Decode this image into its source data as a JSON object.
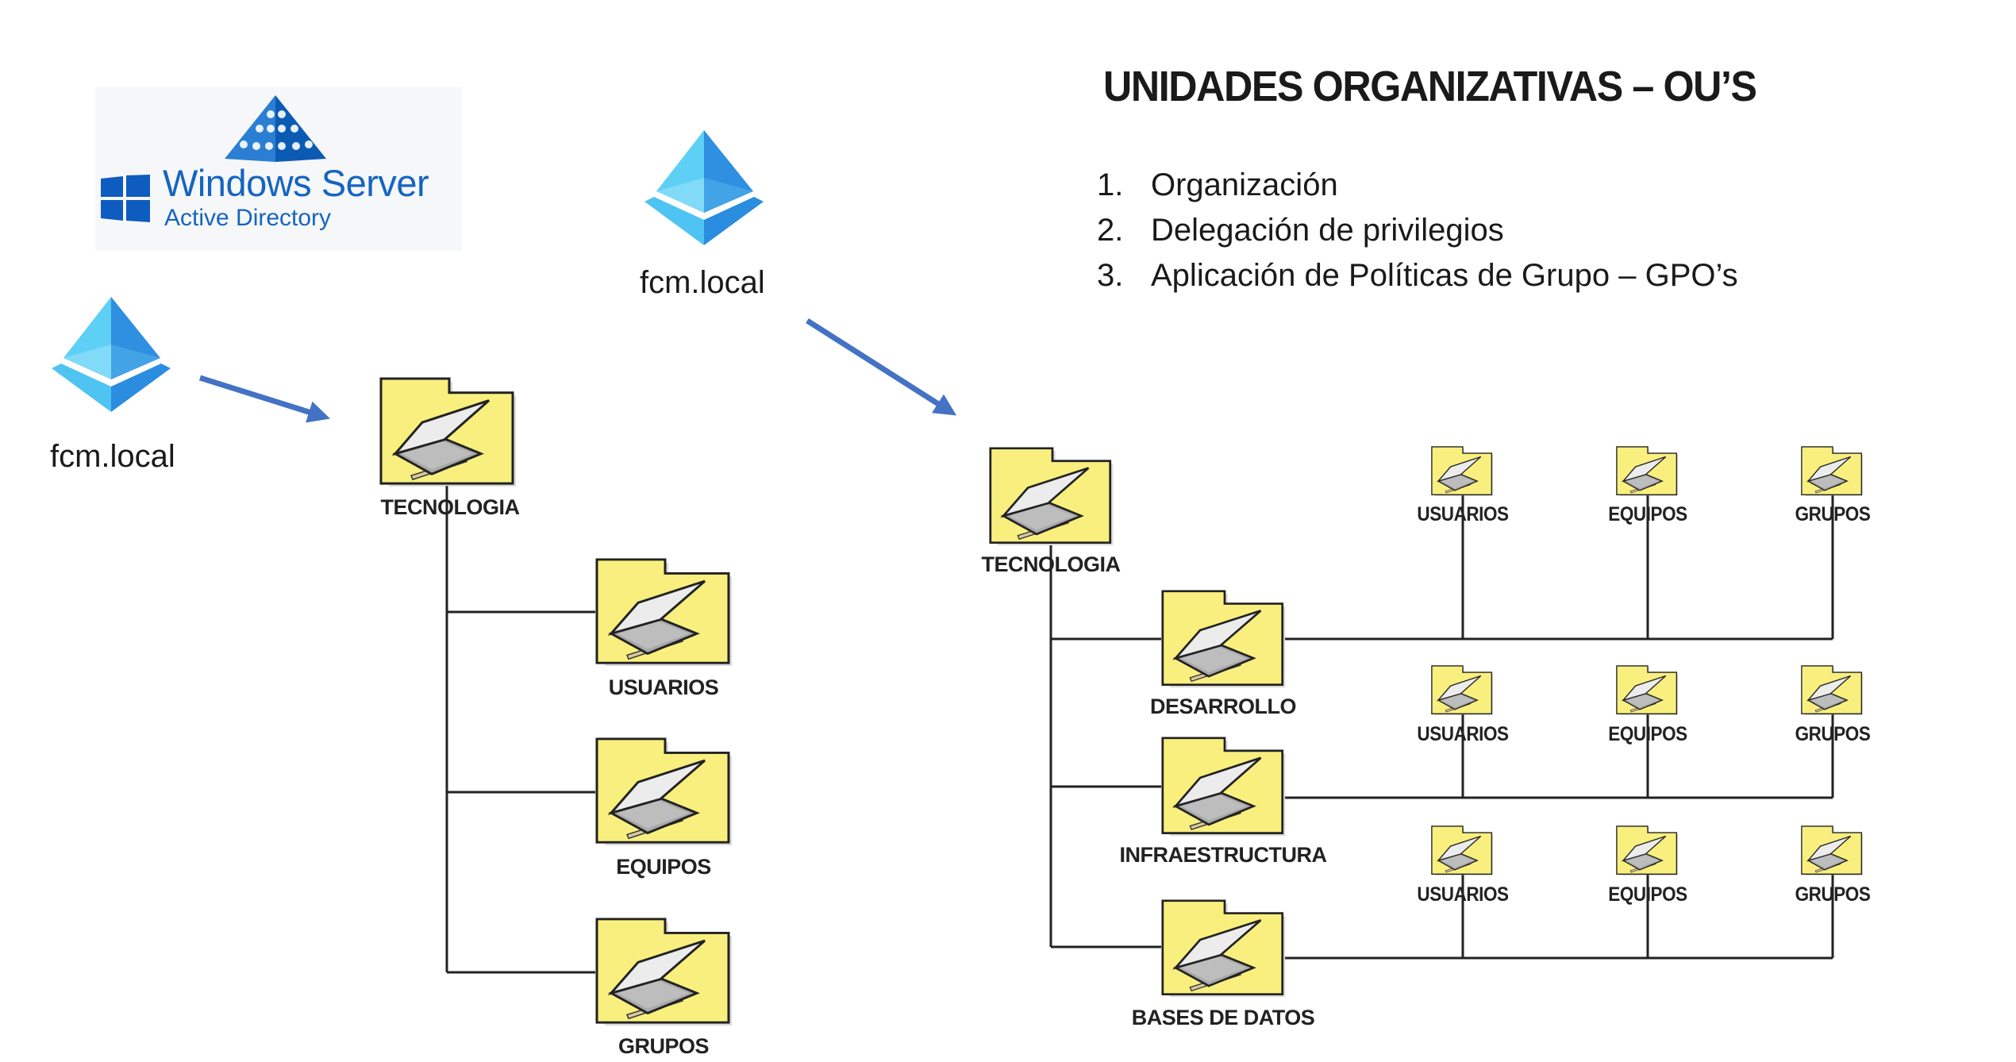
{
  "slide": {
    "title": "UNIDADES ORGANIZATIVAS – OU’S",
    "list": [
      {
        "number": "1.",
        "text": "Organización"
      },
      {
        "number": "2.",
        "text": "Delegación de privilegios"
      },
      {
        "number": "3.",
        "text": "Aplicación de Políticas de Grupo – GPO’s"
      }
    ]
  },
  "logo": {
    "product": "Windows Server",
    "subtitle": "Active Directory",
    "icon": "windows-logo-icon",
    "accent": "#1565c0"
  },
  "colors": {
    "folder_fill": "#f8ef7e",
    "arrow": "#4472c4",
    "line": "#222222",
    "ad_icon_light": "#5fd0f5",
    "ad_icon_dark": "#2f8fe0"
  },
  "left_diagram": {
    "domain": "fcm.local",
    "icon": "azure-ad-pyramid-icon",
    "root": {
      "label": "TECNOLOGIA",
      "icon": "ou-folder-icon"
    },
    "children": [
      {
        "label": "USUARIOS",
        "icon": "ou-folder-icon"
      },
      {
        "label": "EQUIPOS",
        "icon": "ou-folder-icon"
      },
      {
        "label": "GRUPOS",
        "icon": "ou-folder-icon"
      }
    ]
  },
  "right_diagram": {
    "domain": "fcm.local",
    "icon": "azure-ad-pyramid-icon",
    "root": {
      "label": "TECNOLOGIA",
      "icon": "ou-folder-icon"
    },
    "departments": [
      {
        "label": "DESARROLLO",
        "children": [
          "USUARIOS",
          "EQUIPOS",
          "GRUPOS"
        ]
      },
      {
        "label": "INFRAESTRUCTURA",
        "children": [
          "USUARIOS",
          "EQUIPOS",
          "GRUPOS"
        ]
      },
      {
        "label": "BASES DE DATOS",
        "children": [
          "USUARIOS",
          "EQUIPOS",
          "GRUPOS"
        ]
      }
    ]
  }
}
